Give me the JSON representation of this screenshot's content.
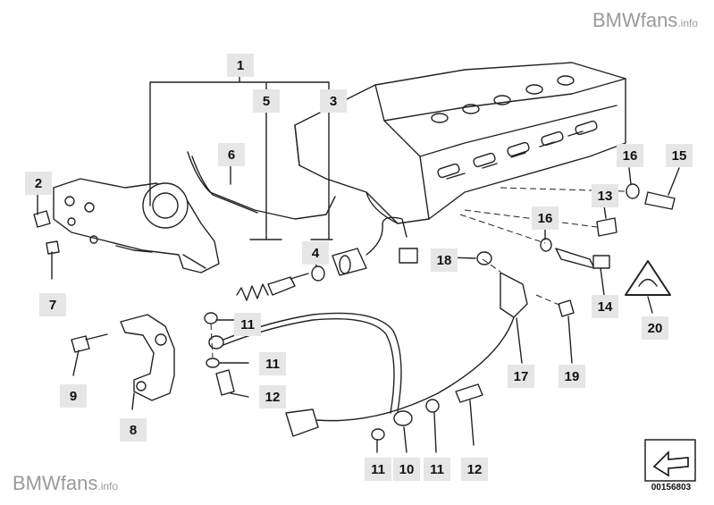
{
  "watermark": {
    "brand": "BMWfans",
    "suffix": ".info"
  },
  "diagram_ref": "00156803",
  "callouts": {
    "c1": "1",
    "c2": "2",
    "c3": "3",
    "c4": "4",
    "c5": "5",
    "c6": "6",
    "c7": "7",
    "c8": "8",
    "c9": "9",
    "c10": "10",
    "c11a": "11",
    "c11b": "11",
    "c11c": "11",
    "c11d": "11",
    "c12a": "12",
    "c12b": "12",
    "c13": "13",
    "c14": "14",
    "c15": "15",
    "c16a": "16",
    "c16b": "16",
    "c17": "17",
    "c18": "18",
    "c19": "19",
    "c20": "20"
  }
}
